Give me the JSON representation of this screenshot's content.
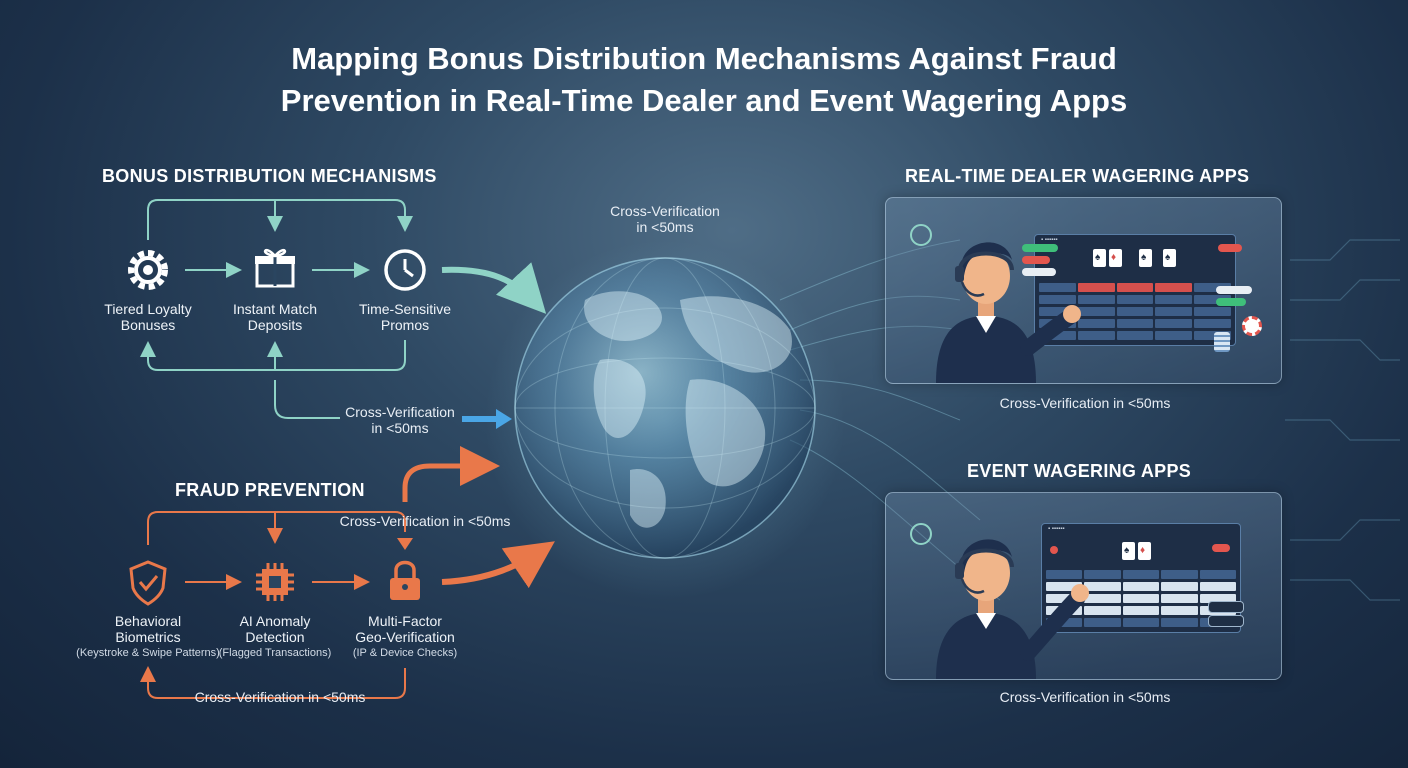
{
  "title": {
    "line1": "Mapping Bonus Distribution Mechanisms Against Fraud",
    "line2": "Prevention in Real-Time Dealer and Event Wagering Apps"
  },
  "bonus": {
    "heading": "BONUS DISTRIBUTION MECHANISMS",
    "nodes": [
      {
        "icon": "gear-icon",
        "lines": [
          "Tiered Loyalty",
          "Bonuses"
        ]
      },
      {
        "icon": "gift-icon",
        "lines": [
          "Instant Match",
          "Deposits"
        ]
      },
      {
        "icon": "clock-icon",
        "lines": [
          "Time-Sensitive",
          "Promos"
        ]
      }
    ]
  },
  "fraud": {
    "heading": "FRAUD PREVENTION",
    "nodes": [
      {
        "icon": "shield-check-icon",
        "lines": [
          "Behavioral",
          "Biometrics"
        ],
        "sub": "(Keystroke & Swipe Patterns)"
      },
      {
        "icon": "ai-chip-icon",
        "lines": [
          "AI Anomaly",
          "Detection"
        ],
        "sub": "(Flagged Transactions)"
      },
      {
        "icon": "padlock-icon",
        "lines": [
          "Multi-Factor",
          "Geo-Verification"
        ],
        "sub": "(IP & Device Checks)"
      }
    ]
  },
  "cross_verification": {
    "globe_top": [
      "Cross-Verification",
      "in <50ms"
    ],
    "bonus_out": [
      "Cross-Verification",
      "in <50ms"
    ],
    "fraud_top": "Cross-Verification in <50ms",
    "fraud_bottom": "Cross-Verification in <50ms",
    "dealer_panel": "Cross-Verification in <50ms",
    "event_panel": "Cross-Verification in <50ms"
  },
  "dealer_app": {
    "heading": "REAL-TIME DEALER WAGERING APPS"
  },
  "event_app": {
    "heading": "EVENT WAGERING APPS"
  },
  "colors": {
    "bonus_arrow": "#8fd3c6",
    "fraud_arrow": "#e9784a",
    "blue_arrow": "#4aa6e6",
    "globe": "#bfe6f2"
  }
}
